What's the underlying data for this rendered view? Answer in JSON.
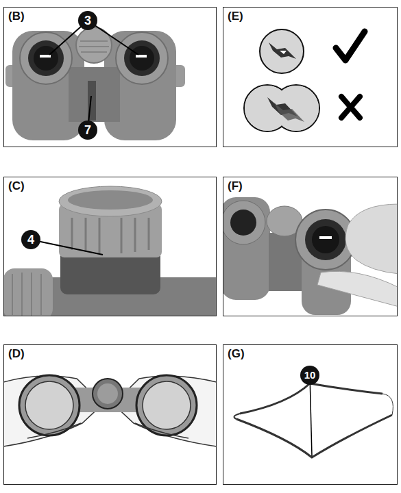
{
  "diagram": {
    "nodes": [
      {
        "text": [
          "(B)"
        ]
      },
      {
        "text": [
          "(E)"
        ]
      },
      {
        "text": [
          "(C)"
        ]
      },
      {
        "text": [
          "(F)"
        ]
      },
      {
        "text": [
          "(D)"
        ]
      },
      {
        "text": [
          "(G)"
        ]
      }
    ],
    "labels": [
      "3",
      "7",
      "4",
      "10"
    ]
  }
}
